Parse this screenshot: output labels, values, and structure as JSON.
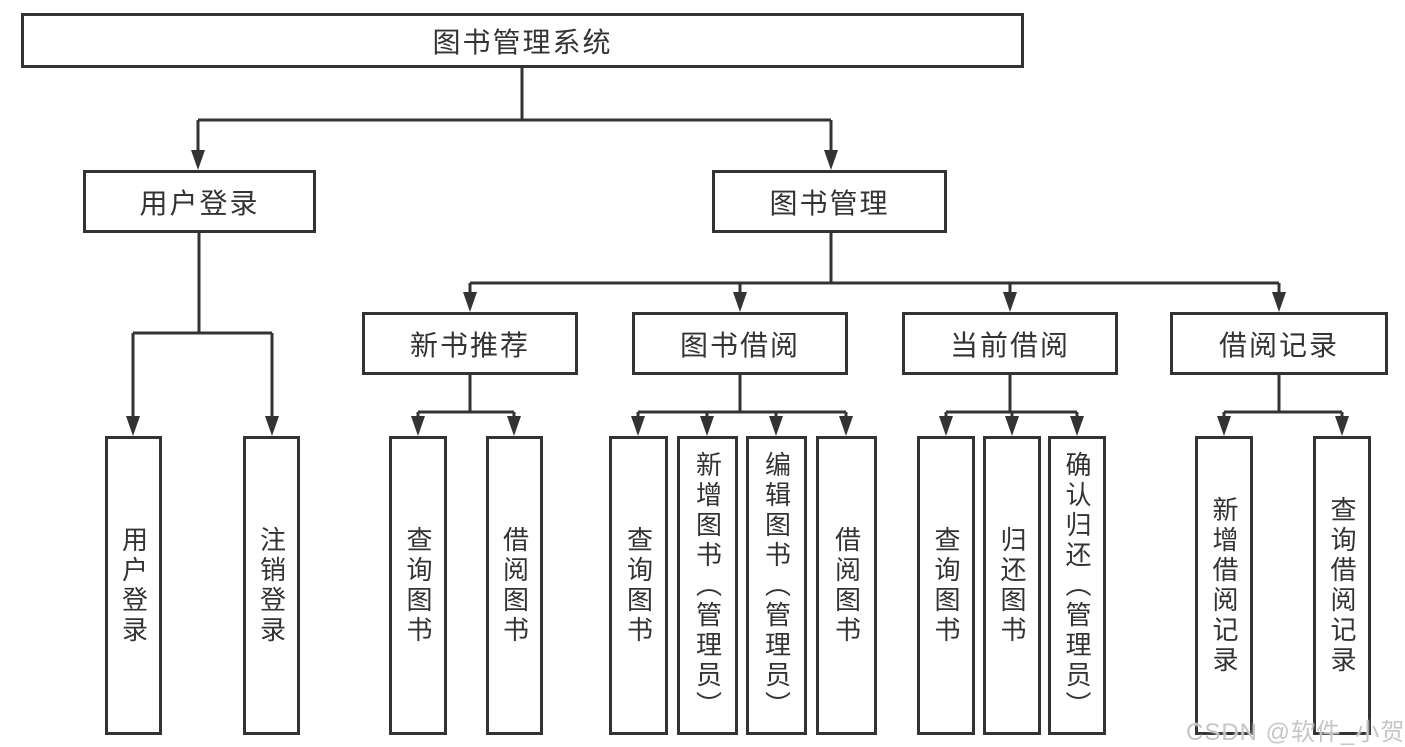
{
  "diagram": {
    "title": "图书管理系统",
    "root": "图书管理系统",
    "level1": [
      "用户登录",
      "图书管理"
    ],
    "level2": [
      "新书推荐",
      "图书借阅",
      "当前借阅",
      "借阅记录"
    ],
    "leaves": {
      "login": [
        "用户登录",
        "注销登录"
      ],
      "new_book": [
        "查询图书",
        "借阅图书"
      ],
      "book_borrow": [
        "查询图书",
        "新增图书（管理员）",
        "编辑图书（管理员）",
        "借阅图书"
      ],
      "current_borrow": [
        "查询图书",
        "归还图书",
        "确认归还（管理员）"
      ],
      "borrow_record": [
        "新增借阅记录",
        "查询借阅记录"
      ]
    }
  },
  "watermark": "CSDN @软件_小贺同学",
  "colors": {
    "line": "#333333",
    "node_border": "#333333",
    "node_text": "#333333",
    "background": "#ffffff",
    "watermark": "#c6c6c6"
  }
}
